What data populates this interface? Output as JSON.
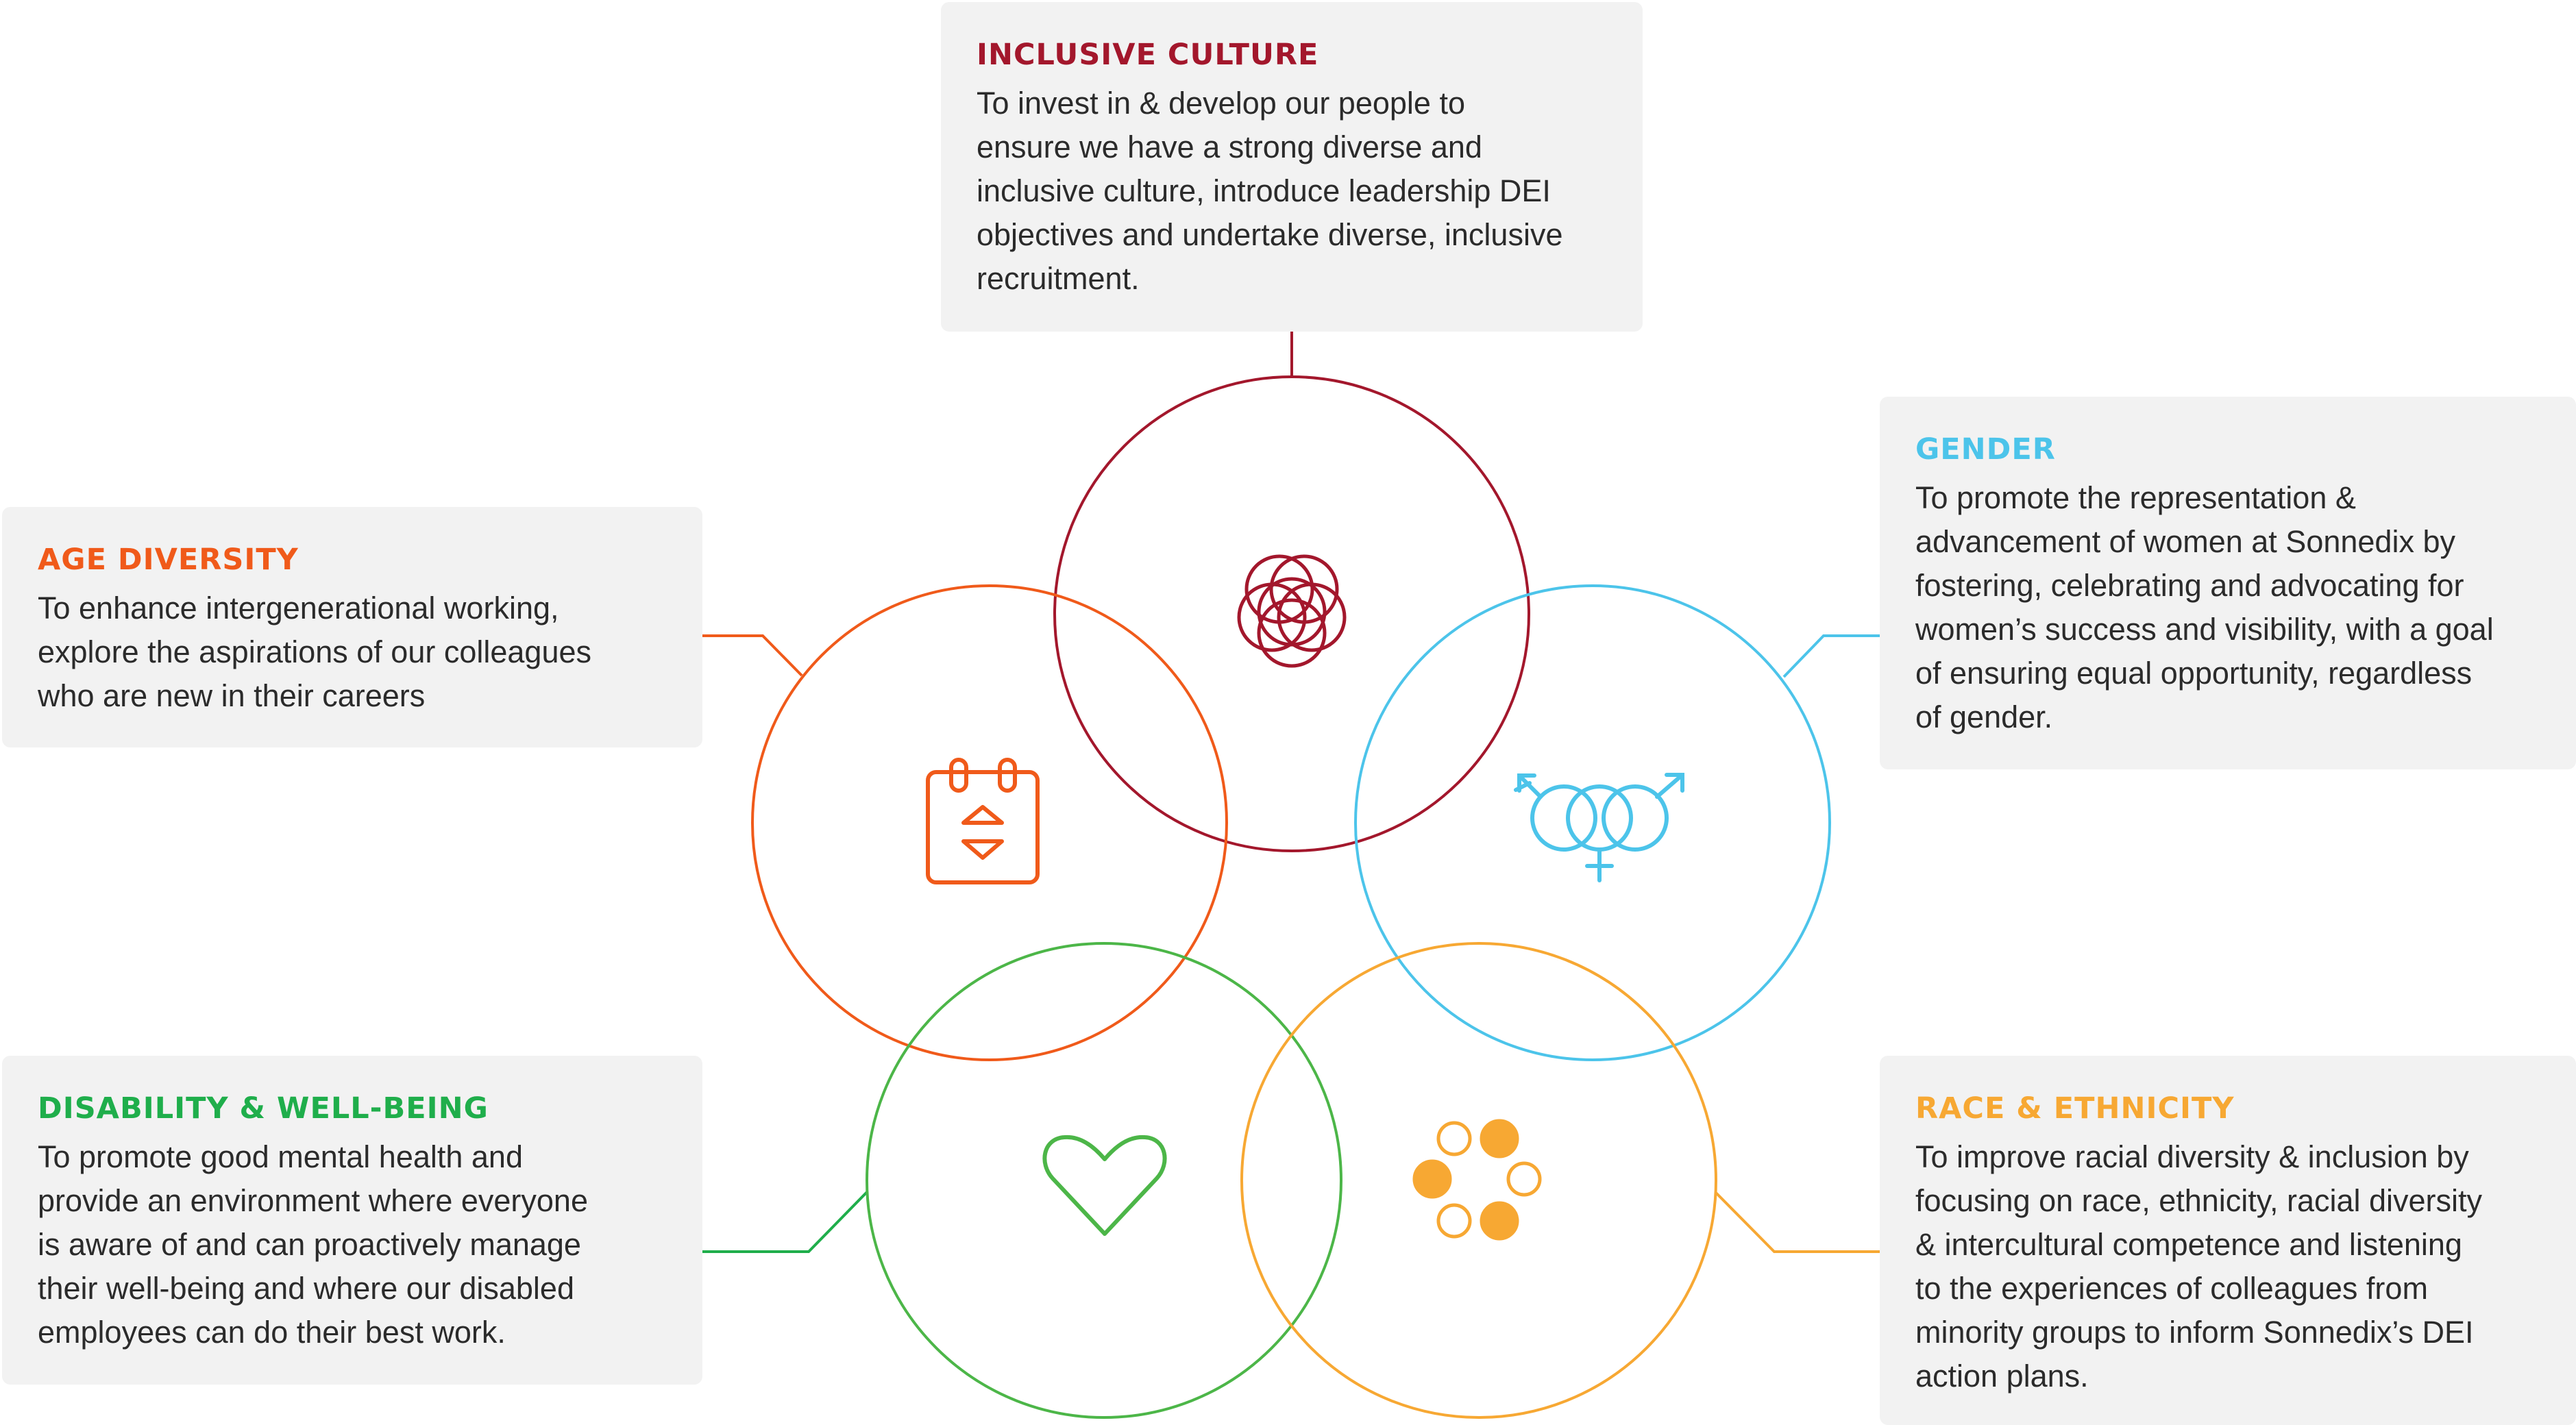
{
  "colors": {
    "inclusive": "#a3172c",
    "age": "#f05a1a",
    "gender": "#4cc4ea",
    "disability": "#4cb648",
    "disability_title": "#1fae4b",
    "race": "#f7a833",
    "box_bg": "#f2f2f2",
    "text": "#2b2b2b"
  },
  "pillars": {
    "inclusive": {
      "title": "INCLUSIVE CULTURE",
      "lines": [
        "To invest in & develop our people to",
        "ensure we have a strong diverse and",
        "inclusive culture, introduce leadership DEI",
        "objectives and undertake diverse, inclusive",
        "recruitment."
      ],
      "icon": "flower-icon"
    },
    "age": {
      "title": "AGE DIVERSITY",
      "lines": [
        "To enhance intergenerational working,",
        "explore the aspirations of our colleagues",
        "who are new in their careers"
      ],
      "icon": "calendar-icon"
    },
    "gender": {
      "title": "GENDER",
      "lines": [
        "To promote the representation &",
        "advancement of women at Sonnedix by",
        "fostering, celebrating and advocating for",
        "women’s success and visibility, with a goal",
        "of ensuring equal opportunity, regardless",
        "of gender."
      ],
      "icon": "gender-symbols-icon"
    },
    "disability": {
      "title": "DISABILITY & WELL-BEING",
      "lines": [
        "To promote good mental health and",
        "provide an environment where everyone",
        "is aware of and can proactively manage",
        "their well-being and where our disabled",
        "employees can do their best work."
      ],
      "icon": "heart-icon"
    },
    "race": {
      "title": "RACE & ETHNICITY",
      "lines": [
        "To improve racial diversity & inclusion by",
        "focusing on race, ethnicity, racial diversity",
        "& intercultural competence and listening",
        "to the experiences of colleagues from",
        "minority groups to inform Sonnedix’s DEI",
        "action plans."
      ],
      "icon": "circle-dots-icon"
    }
  }
}
